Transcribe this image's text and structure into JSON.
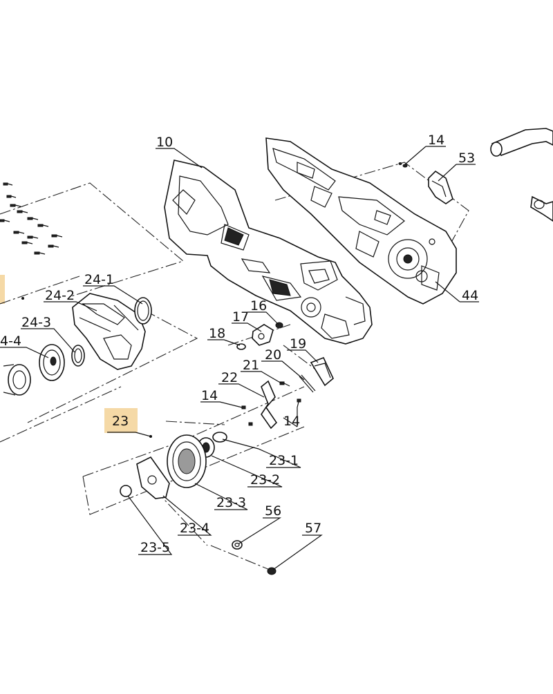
{
  "diagram": {
    "callouts": [
      {
        "id": "10",
        "label": "10"
      },
      {
        "id": "14a",
        "label": "14"
      },
      {
        "id": "53",
        "label": "53"
      },
      {
        "id": "44",
        "label": "44"
      },
      {
        "id": "24-1",
        "label": "24-1"
      },
      {
        "id": "24-2",
        "label": "24-2"
      },
      {
        "id": "24-3",
        "label": "24-3"
      },
      {
        "id": "24-4",
        "label": "4-4"
      },
      {
        "id": "17",
        "label": "17"
      },
      {
        "id": "16",
        "label": "16"
      },
      {
        "id": "18",
        "label": "18"
      },
      {
        "id": "19",
        "label": "19"
      },
      {
        "id": "20",
        "label": "20"
      },
      {
        "id": "21",
        "label": "21"
      },
      {
        "id": "22",
        "label": "22"
      },
      {
        "id": "14b",
        "label": "14"
      },
      {
        "id": "14c",
        "label": "14"
      },
      {
        "id": "23",
        "label": "23"
      },
      {
        "id": "23-1",
        "label": "23-1"
      },
      {
        "id": "23-2",
        "label": "23-2"
      },
      {
        "id": "23-3",
        "label": "23-3"
      },
      {
        "id": "23-4",
        "label": "23-4"
      },
      {
        "id": "23-5",
        "label": "23-5"
      },
      {
        "id": "56",
        "label": "56"
      },
      {
        "id": "57",
        "label": "57"
      }
    ],
    "highlight_color": "#f5d9a6"
  }
}
